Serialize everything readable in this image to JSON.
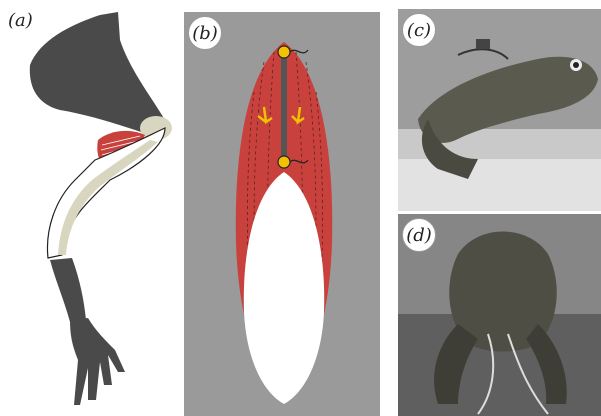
{
  "figure": {
    "panels": [
      {
        "id": "a",
        "label": "(a)"
      },
      {
        "id": "b",
        "label": "(b)"
      },
      {
        "id": "c",
        "label": "(c)"
      },
      {
        "id": "d",
        "label": "(d)"
      }
    ]
  },
  "colors": {
    "muscle": "#c8413c",
    "bone_dark": "#4a4a4a",
    "cartilage": "#d9d6c0",
    "sensor": "#f2c200",
    "panel_b_bg": "#9a9a9a"
  }
}
